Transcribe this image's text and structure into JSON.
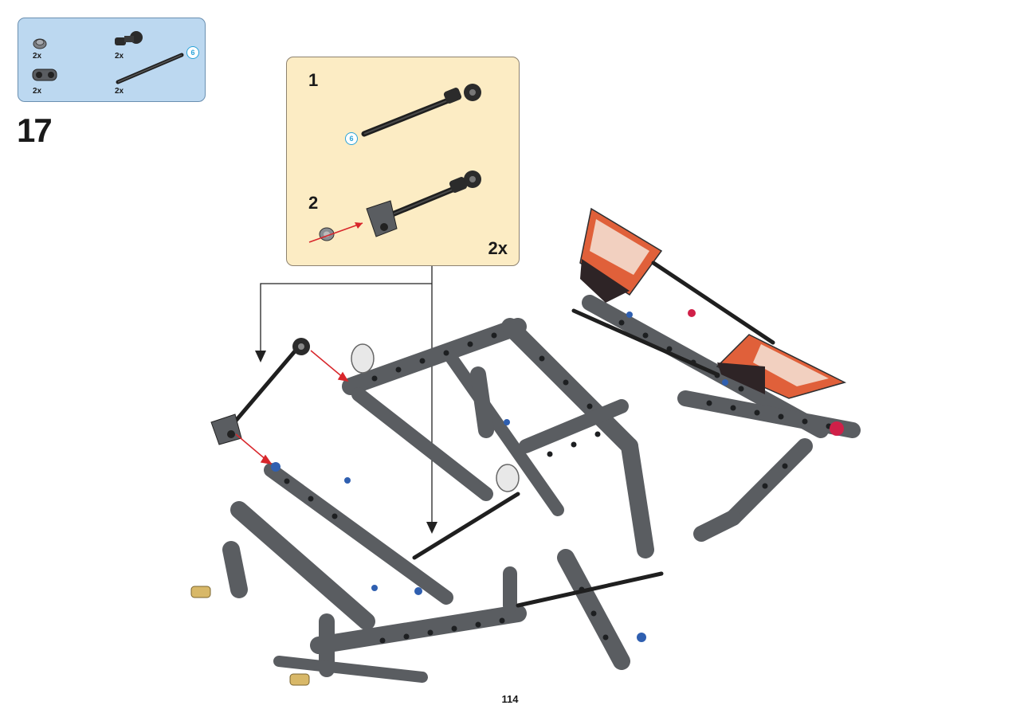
{
  "parts_callout": {
    "items": [
      {
        "icon": "bush-icon",
        "quantity": "2x"
      },
      {
        "icon": "axle-connector-icon",
        "quantity": "2x"
      },
      {
        "icon": "beam-connector-icon",
        "quantity": "2x"
      },
      {
        "icon": "axle-icon",
        "quantity": "2x",
        "length": "6"
      }
    ]
  },
  "step": {
    "number": "17"
  },
  "subassembly": {
    "steps": [
      {
        "number": "1",
        "axle_length": "6"
      },
      {
        "number": "2"
      }
    ],
    "multiplier": "2x"
  },
  "colors": {
    "parts_box_bg": "#bcd8f0",
    "subassembly_bg": "#fcecc4",
    "length_badge": "#2aa3d8",
    "insert_arrow": "#d8262b",
    "beam_dark_gray": "#5a5d61",
    "panel_orange": "#e0603a"
  },
  "page": {
    "number": "114"
  }
}
